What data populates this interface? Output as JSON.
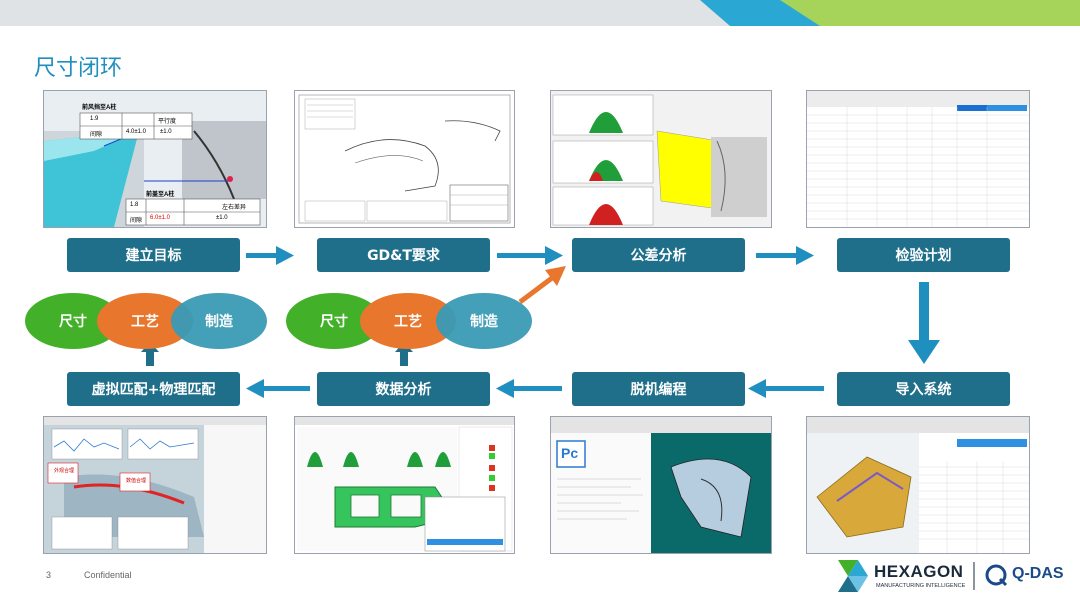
{
  "slide": {
    "title": "尺寸闭环",
    "page_number": "3",
    "confidentiality": "Confidential"
  },
  "steps_top": [
    "建立目标",
    "GD&T要求",
    "公差分析",
    "检验计划"
  ],
  "steps_bottom": [
    "虚拟匹配+物理匹配",
    "数据分析",
    "脱机编程",
    "导入系统"
  ],
  "venn_left": [
    "尺寸",
    "工艺",
    "制造"
  ],
  "venn_right": [
    "尺寸",
    "工艺",
    "制造"
  ],
  "thumb1": {
    "table_a_title": "前风挡至A柱",
    "table_a_row1": [
      "1.9",
      "平行度"
    ],
    "table_a_row2": [
      "间隙",
      "4.0±1.0",
      "±1.0"
    ],
    "table_b_title": "前盖至A柱",
    "table_b_row1": [
      "1.8",
      "左右差异"
    ],
    "table_b_row2": [
      "间隙",
      "6.0±1.0",
      "±1.0"
    ]
  },
  "thumb5": {
    "callout_a": "外观合理",
    "callout_b": "数值合理"
  },
  "thumb7": {
    "icon_label": "Pc"
  },
  "logo": {
    "brand": "HEXAGON",
    "subtitle": "MANUFACTURING INTELLIGENCE",
    "product": "Q-DAS"
  },
  "colors": {
    "step_fill": "#1f6f8b",
    "arrow": "#1f8fbf",
    "green": "#43b02a",
    "orange": "#e8762d",
    "teal": "#3a9ab5",
    "title": "#1f8fbf"
  }
}
